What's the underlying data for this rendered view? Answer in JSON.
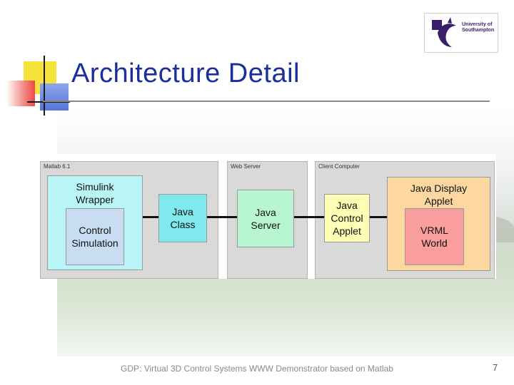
{
  "slide": {
    "title": "Architecture Detail",
    "footer": "GDP: Virtual 3D Control Systems WWW Demonstrator based on Matlab",
    "page_number": "7"
  },
  "logo": {
    "text": "University of Southampton"
  },
  "diagram": {
    "regions": {
      "matlab": "Matlab 6.1",
      "web_server": "Web Server",
      "client": "Client Computer"
    },
    "boxes": {
      "simulink_wrapper": "Simulink Wrapper",
      "control_simulation": "Control Simulation",
      "java_class": "Java Class",
      "java_server": "Java Server",
      "java_control_applet": "Java Control Applet",
      "java_display_applet": "Java Display Applet",
      "vrml_world": "VRML World"
    },
    "colors": {
      "simulink_wrapper": "#b9f5f7",
      "control_simulation": "#c8dcf2",
      "java_class": "#7fe9ee",
      "java_server": "#b8f6cf",
      "java_control_applet": "#fdfdb3",
      "java_display_applet": "#fcd7a0",
      "vrml_world": "#f99d9d"
    }
  }
}
